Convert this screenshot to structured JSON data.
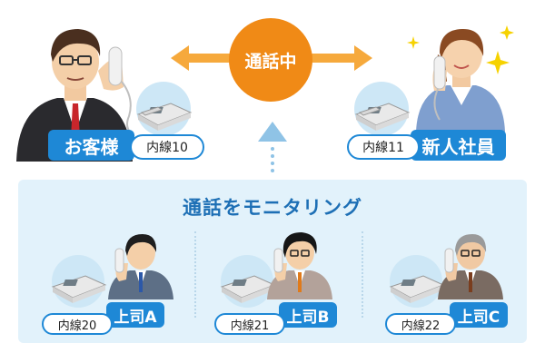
{
  "call_status": "通話中",
  "customer": {
    "name": "お客様",
    "extension": "内線10"
  },
  "new_employee": {
    "name": "新人社員",
    "extension": "内線11"
  },
  "monitor_title": "通話をモニタリング",
  "supervisors": [
    {
      "name": "上司A",
      "extension": "内線20"
    },
    {
      "name": "上司B",
      "extension": "内線21"
    },
    {
      "name": "上司C",
      "extension": "内線22"
    }
  ],
  "colors": {
    "accent_blue": "#1e88d6",
    "bubble_orange": "#f08a16",
    "panel_bg": "#e2f2fb",
    "arrow_blue": "#8fc3e6"
  },
  "icons": [
    "double-arrow-icon",
    "up-arrow-icon",
    "phone-icon",
    "person-illustration",
    "sparkle-icon"
  ]
}
